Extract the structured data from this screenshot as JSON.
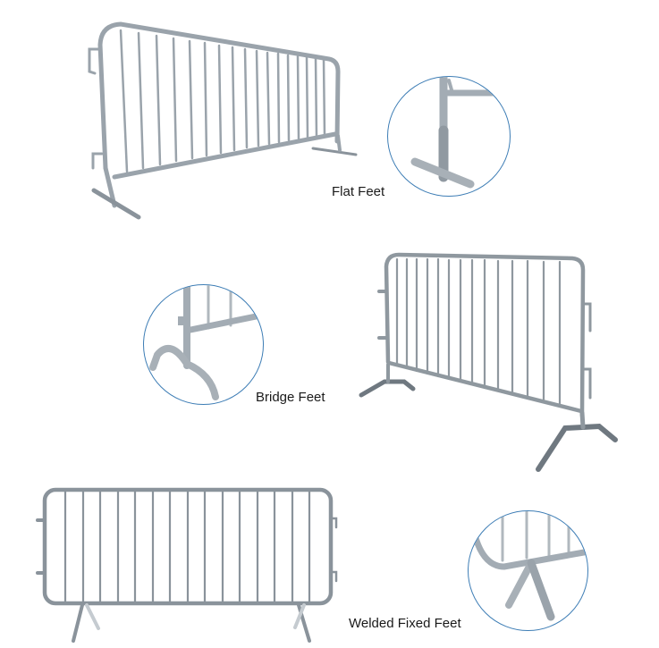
{
  "figure": {
    "panels": [
      {
        "id": "flat",
        "label": "Flat Feet",
        "detail_icon": "flat-feet-detail"
      },
      {
        "id": "bridge",
        "label": "Bridge Feet",
        "detail_icon": "bridge-feet-detail"
      },
      {
        "id": "welded",
        "label": "Welded Fixed Feet",
        "detail_icon": "welded-fixed-feet-detail"
      }
    ],
    "colors": {
      "metal": "#9aa3ab",
      "metal_dark": "#6f7880",
      "circle_border": "#3d7db5",
      "text": "#1a1a1a",
      "background": "#ffffff"
    }
  }
}
